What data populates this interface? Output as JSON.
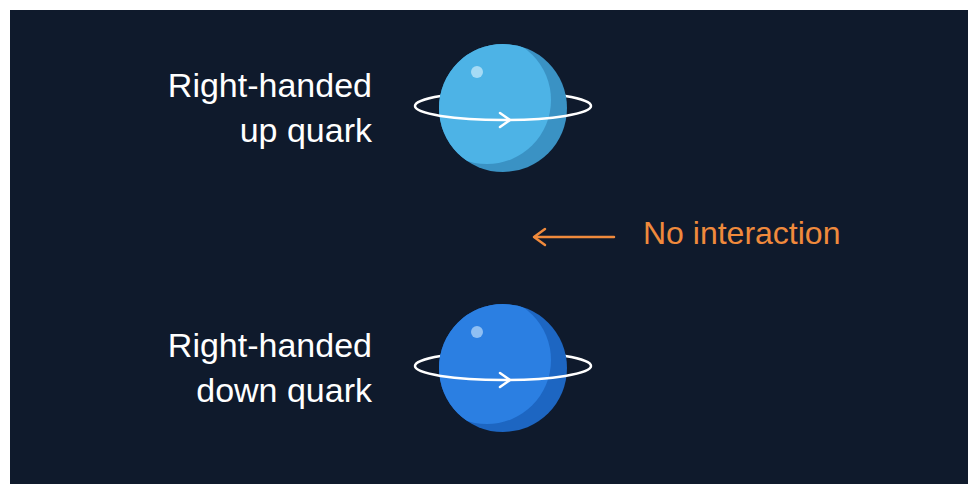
{
  "diagram": {
    "nodes": [
      {
        "text": [
          "Right-handed up quark"
        ]
      },
      {
        "text": [
          "Right-handed down quark"
        ]
      }
    ],
    "labels": [
      "No interaction"
    ]
  }
}
